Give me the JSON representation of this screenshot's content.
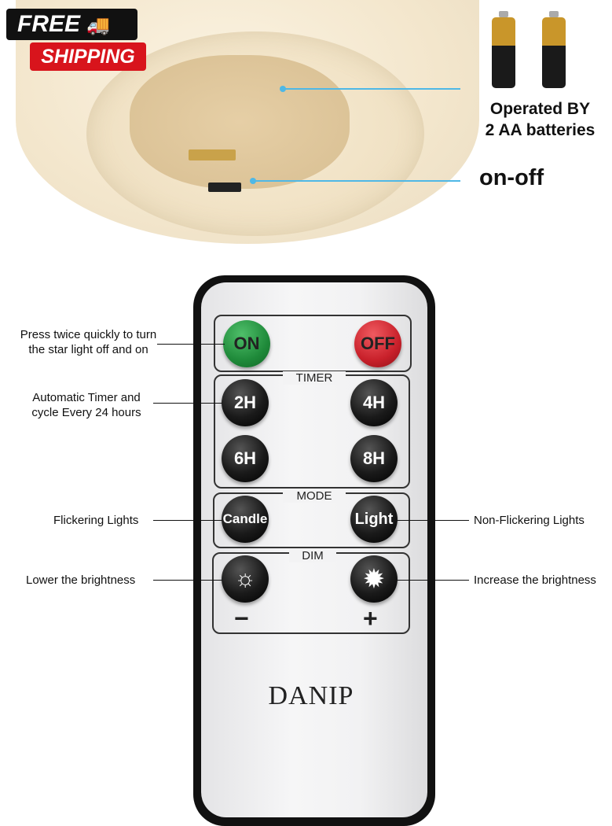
{
  "badge": {
    "line1": "FREE",
    "line2": "SHIPPING"
  },
  "battery_text": {
    "line1": "Operated BY",
    "line2": "2 AA batteries"
  },
  "switch_text": "on-off",
  "remote": {
    "brand": "DANIP",
    "power": {
      "on": "ON",
      "off": "OFF"
    },
    "timer": {
      "label": "TIMER",
      "buttons": [
        "2H",
        "4H",
        "6H",
        "8H"
      ]
    },
    "mode": {
      "label": "MODE",
      "buttons": [
        "Candle",
        "Light"
      ]
    },
    "dim": {
      "label": "DIM",
      "minus": "−",
      "plus": "+"
    }
  },
  "annotations": {
    "power": "Press twice quickly to turn the star light off and on",
    "timer": "Automatic Timer and cycle Every 24 hours",
    "candle": "Flickering Lights",
    "light": "Non-Flickering Lights",
    "dim_minus": "Lower the brightness",
    "dim_plus": "Increase the brightness"
  },
  "colors": {
    "on": "#1f8a3a",
    "off": "#c8202a",
    "accent_line": "#4fb8e6",
    "badge_red": "#d8141c"
  }
}
